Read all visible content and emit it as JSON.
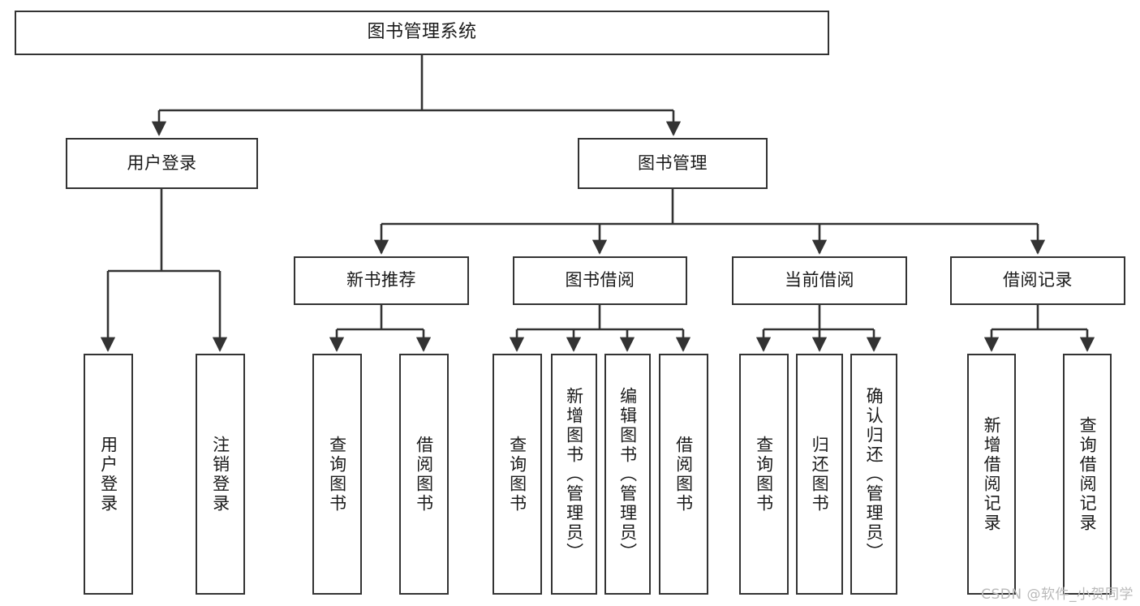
{
  "diagram": {
    "title": "图书管理系统",
    "type": "tree",
    "orientation": "top-down",
    "colors": {
      "node_border": "#333333",
      "node_fill": "#ffffff",
      "edge": "#333333",
      "text": "#1a1a1a",
      "watermark": "#b9b9b9",
      "background": "#ffffff"
    }
  },
  "watermark": {
    "text": "CSDN @软件_小贺同学"
  },
  "nodes": {
    "root": {
      "label": "图书管理系统"
    },
    "level2": [
      {
        "id": "user-login",
        "label": "用户登录"
      },
      {
        "id": "book-management",
        "label": "图书管理"
      }
    ],
    "level3": [
      {
        "id": "new-book-recommend",
        "label": "新书推荐"
      },
      {
        "id": "book-borrow",
        "label": "图书借阅"
      },
      {
        "id": "current-borrow",
        "label": "当前借阅"
      },
      {
        "id": "borrow-record",
        "label": "借阅记录"
      }
    ],
    "leaves": {
      "user-login": [
        {
          "id": "leaf-user-login",
          "label": "用户登录"
        },
        {
          "id": "leaf-user-logout",
          "label": "注销登录"
        }
      ],
      "new-book-recommend": [
        {
          "id": "leaf-query-book-1",
          "label": "查询图书"
        },
        {
          "id": "leaf-borrow-book-1",
          "label": "借阅图书"
        }
      ],
      "book-borrow": [
        {
          "id": "leaf-query-book-2",
          "label": "查询图书"
        },
        {
          "id": "leaf-add-book",
          "label": "新增图书（管理员）"
        },
        {
          "id": "leaf-edit-book",
          "label": "编辑图书（管理员）"
        },
        {
          "id": "leaf-borrow-book-2",
          "label": "借阅图书"
        }
      ],
      "current-borrow": [
        {
          "id": "leaf-query-book-3",
          "label": "查询图书"
        },
        {
          "id": "leaf-return-book",
          "label": "归还图书"
        },
        {
          "id": "leaf-confirm-return",
          "label": "确认归还（管理员）"
        }
      ],
      "borrow-record": [
        {
          "id": "leaf-add-record",
          "label": "新增借阅记录"
        },
        {
          "id": "leaf-query-record",
          "label": "查询借阅记录"
        }
      ]
    }
  },
  "chart_data": {
    "type": "tree",
    "title": "图书管理系统",
    "edges": [
      {
        "from": "图书管理系统",
        "to": "用户登录"
      },
      {
        "from": "图书管理系统",
        "to": "图书管理"
      },
      {
        "from": "用户登录",
        "to": "用户登录"
      },
      {
        "from": "用户登录",
        "to": "注销登录"
      },
      {
        "from": "图书管理",
        "to": "新书推荐"
      },
      {
        "from": "图书管理",
        "to": "图书借阅"
      },
      {
        "from": "图书管理",
        "to": "当前借阅"
      },
      {
        "from": "图书管理",
        "to": "借阅记录"
      },
      {
        "from": "新书推荐",
        "to": "查询图书"
      },
      {
        "from": "新书推荐",
        "to": "借阅图书"
      },
      {
        "from": "图书借阅",
        "to": "查询图书"
      },
      {
        "from": "图书借阅",
        "to": "新增图书（管理员）"
      },
      {
        "from": "图书借阅",
        "to": "编辑图书（管理员）"
      },
      {
        "from": "图书借阅",
        "to": "借阅图书"
      },
      {
        "from": "当前借阅",
        "to": "查询图书"
      },
      {
        "from": "当前借阅",
        "to": "归还图书"
      },
      {
        "from": "当前借阅",
        "to": "确认归还（管理员）"
      },
      {
        "from": "借阅记录",
        "to": "新增借阅记录"
      },
      {
        "from": "借阅记录",
        "to": "查询借阅记录"
      }
    ]
  }
}
